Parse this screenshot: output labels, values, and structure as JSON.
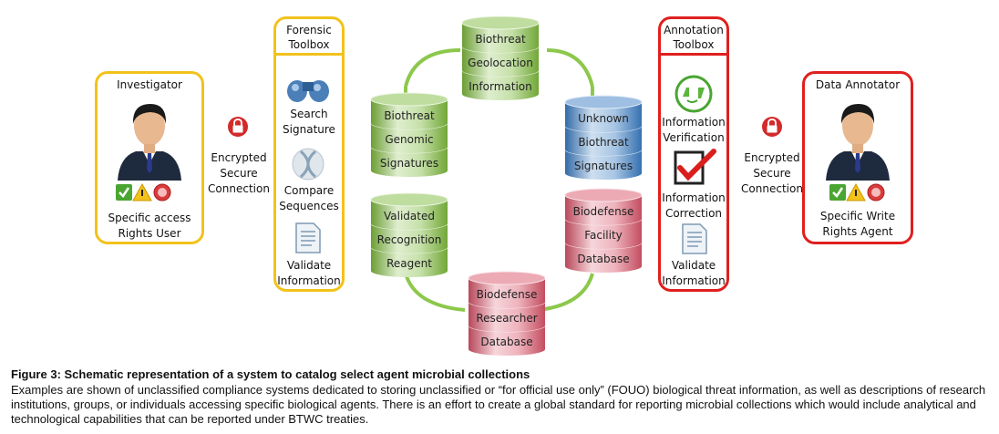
{
  "investigator": {
    "title": "Investigator",
    "line1": "Specific access",
    "line2": "Rights User"
  },
  "data_annotator": {
    "title": "Data Annotator",
    "line1": "Specific Write",
    "line2": "Rights Agent"
  },
  "connection_left": {
    "l1": "Encrypted",
    "l2": "Secure",
    "l3": "Connection"
  },
  "connection_right": {
    "l1": "Encrypted",
    "l2": "Secure",
    "l3": "Connection"
  },
  "forensic_toolbox": {
    "h1": "Forensic",
    "h2": "Toolbox",
    "items": [
      {
        "l1": "Search",
        "l2": "Signature",
        "icon": "binoculars-icon"
      },
      {
        "l1": "Compare",
        "l2": "Sequences",
        "icon": "dna-icon"
      },
      {
        "l1": "Validate",
        "l2": "Information",
        "icon": "document-icon"
      }
    ]
  },
  "annotation_toolbox": {
    "h1": "Annotation",
    "h2": "Toolbox",
    "items": [
      {
        "l1": "Information",
        "l2": "Verification",
        "icon": "thumbs-icon"
      },
      {
        "l1": "Information",
        "l2": "Correction",
        "icon": "checkmark-icon"
      },
      {
        "l1": "Validate",
        "l2": "Information",
        "icon": "document-icon"
      }
    ]
  },
  "databases": [
    {
      "id": "geolocation",
      "labels": [
        "Biothreat",
        "Geolocation",
        "Information"
      ],
      "color": "#7fba3e"
    },
    {
      "id": "genomic",
      "labels": [
        "Biothreat",
        "Genomic",
        "Signatures"
      ],
      "color": "#7fba3e"
    },
    {
      "id": "unknown",
      "labels": [
        "Unknown",
        "Biothreat",
        "Signatures"
      ],
      "color": "#3c7ec4"
    },
    {
      "id": "validated",
      "labels": [
        "Validated",
        "Recognition",
        "Reagent"
      ],
      "color": "#7fba3e"
    },
    {
      "id": "facility",
      "labels": [
        "Biodefense",
        "Facility",
        "Database"
      ],
      "color": "#d9556b"
    },
    {
      "id": "researcher",
      "labels": [
        "Biodefense",
        "Researcher",
        "Database"
      ],
      "color": "#d9556b"
    }
  ],
  "caption": {
    "title": "Figure 3: Schematic representation of a system to catalog select agent microbial collections",
    "body": "Examples are shown of unclassified compliance systems dedicated to storing unclassified or “for official use only” (FOUO) biological threat information, as well as descriptions of research institutions, groups, or individuals accessing specific biological agents. There is an effort to create a global standard for reporting microbial collections which would include analytical and technological capabilities that can be reported under BTWC treaties."
  }
}
